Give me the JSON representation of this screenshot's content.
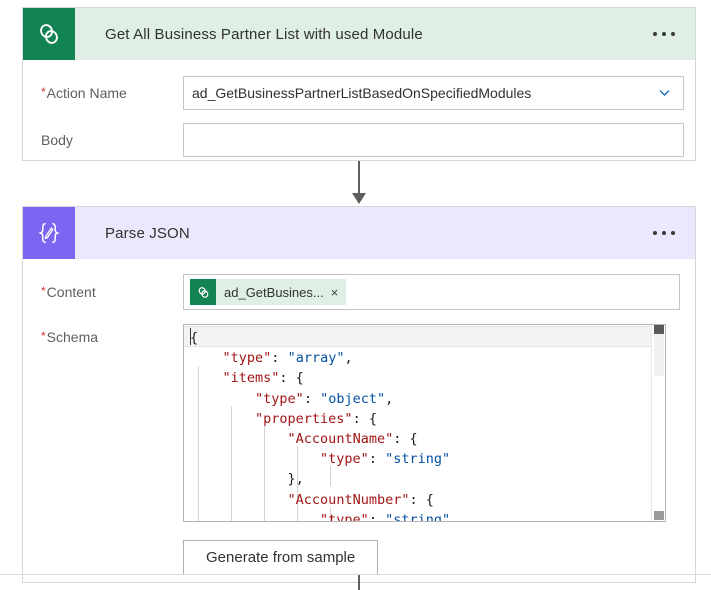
{
  "cards": [
    {
      "id": "cds-action",
      "icon_name": "common-data-service-icon",
      "title": "Get All Business Partner List with used Module",
      "accent_color": "#128352",
      "header_bg": "#dfefe5",
      "menu_label": "...",
      "fields": [
        {
          "label": "Action Name",
          "required": true,
          "required_mark": "*",
          "type": "dropdown",
          "value": "ad_GetBusinessPartnerListBasedOnSpecifiedModules",
          "placeholder": ""
        },
        {
          "label": "Body",
          "required": false,
          "required_mark": "",
          "type": "text",
          "value": "",
          "placeholder": ""
        }
      ]
    },
    {
      "id": "parse-json",
      "icon_name": "parse-json-icon",
      "title": "Parse JSON",
      "accent_color": "#7a66f0",
      "header_bg": "#ece7fd",
      "menu_label": "...",
      "fields": [
        {
          "label": "Content",
          "required": true,
          "required_mark": "*",
          "type": "token",
          "token_label": "ad_GetBusines...",
          "token_close": "×",
          "token_icon_name": "common-data-service-icon",
          "token_bg": "#dfefe5"
        },
        {
          "label": "Schema",
          "required": true,
          "required_mark": "*",
          "type": "code"
        }
      ],
      "generate_button": "Generate from sample"
    }
  ],
  "schema_code": {
    "language": "json",
    "colors": {
      "key": "#a31515",
      "string": "#0451a5",
      "punctuation": "#1b1b1b"
    },
    "lines": [
      [
        {
          "t": "{",
          "c": "pun"
        }
      ],
      [
        {
          "t": "    ",
          "c": "plain"
        },
        {
          "t": "\"type\"",
          "c": "key"
        },
        {
          "t": ": ",
          "c": "pun"
        },
        {
          "t": "\"array\"",
          "c": "str"
        },
        {
          "t": ",",
          "c": "pun"
        }
      ],
      [
        {
          "t": "    ",
          "c": "plain"
        },
        {
          "t": "\"items\"",
          "c": "key"
        },
        {
          "t": ": {",
          "c": "pun"
        }
      ],
      [
        {
          "t": "        ",
          "c": "plain"
        },
        {
          "t": "\"type\"",
          "c": "key"
        },
        {
          "t": ": ",
          "c": "pun"
        },
        {
          "t": "\"object\"",
          "c": "str"
        },
        {
          "t": ",",
          "c": "pun"
        }
      ],
      [
        {
          "t": "        ",
          "c": "plain"
        },
        {
          "t": "\"properties\"",
          "c": "key"
        },
        {
          "t": ": {",
          "c": "pun"
        }
      ],
      [
        {
          "t": "            ",
          "c": "plain"
        },
        {
          "t": "\"AccountName\"",
          "c": "key"
        },
        {
          "t": ": {",
          "c": "pun"
        }
      ],
      [
        {
          "t": "                ",
          "c": "plain"
        },
        {
          "t": "\"type\"",
          "c": "key"
        },
        {
          "t": ": ",
          "c": "pun"
        },
        {
          "t": "\"string\"",
          "c": "str"
        }
      ],
      [
        {
          "t": "            ",
          "c": "plain"
        },
        {
          "t": "},",
          "c": "pun"
        }
      ],
      [
        {
          "t": "            ",
          "c": "plain"
        },
        {
          "t": "\"AccountNumber\"",
          "c": "key"
        },
        {
          "t": ": {",
          "c": "pun"
        }
      ],
      [
        {
          "t": "                ",
          "c": "plain"
        },
        {
          "t": "\"type\"",
          "c": "key"
        },
        {
          "t": ": ",
          "c": "pun"
        },
        {
          "t": "\"string\"",
          "c": "str"
        }
      ]
    ]
  }
}
